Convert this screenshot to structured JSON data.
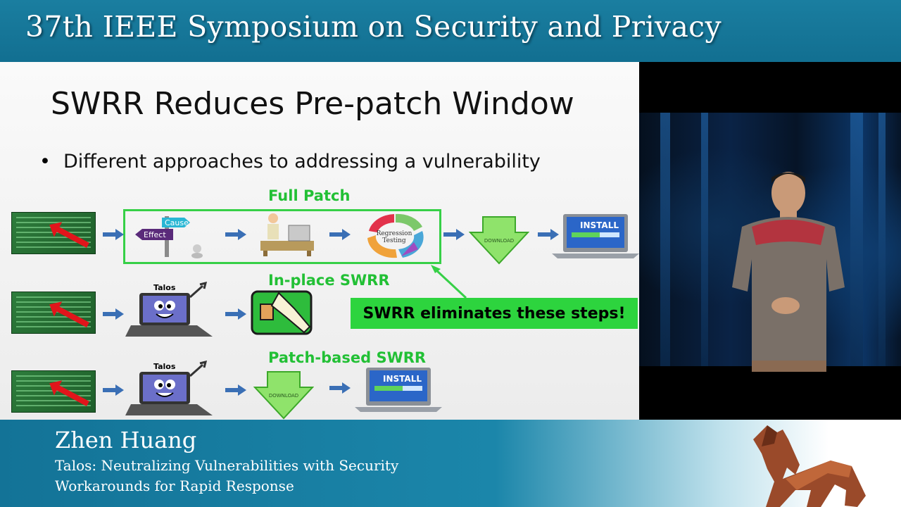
{
  "header": {
    "title": "37th IEEE Symposium on Security and Privacy"
  },
  "slide": {
    "title": "SWRR Reduces Pre-patch Window",
    "bullet": "Different approaches to addressing a vulnerability",
    "labels": {
      "full_patch": "Full Patch",
      "in_place": "In-place SWRR",
      "patch_based": "Patch-based SWRR"
    },
    "callout": "SWRR eliminates these steps!",
    "icon_text": {
      "cause": "Cause",
      "effect": "Effect",
      "regression_1": "Regression",
      "regression_2": "Testing",
      "download": "DOWNLOAD",
      "install": "INSTALL",
      "talos": "Talos"
    }
  },
  "footer": {
    "speaker": "Zhen Huang",
    "talk_line1": "Talos: Neutralizing Vulnerabilities with Security",
    "talk_line2": "Workarounds for Rapid Response"
  },
  "colors": {
    "header_blue": "#1a7ea0",
    "accent_green": "#22c035",
    "arrow_blue": "#3a6fb5",
    "code_green": "#2e7d3c",
    "alert_red": "#e1151b"
  },
  "icons": [
    "code-screenshot",
    "flow-arrow-icon",
    "cause-effect-sign-icon",
    "developer-icon",
    "regression-cycle-icon",
    "download-arrow-icon",
    "install-laptop-icon",
    "talos-laptop-icon",
    "hand-switch-icon",
    "trojan-horse-logo"
  ]
}
